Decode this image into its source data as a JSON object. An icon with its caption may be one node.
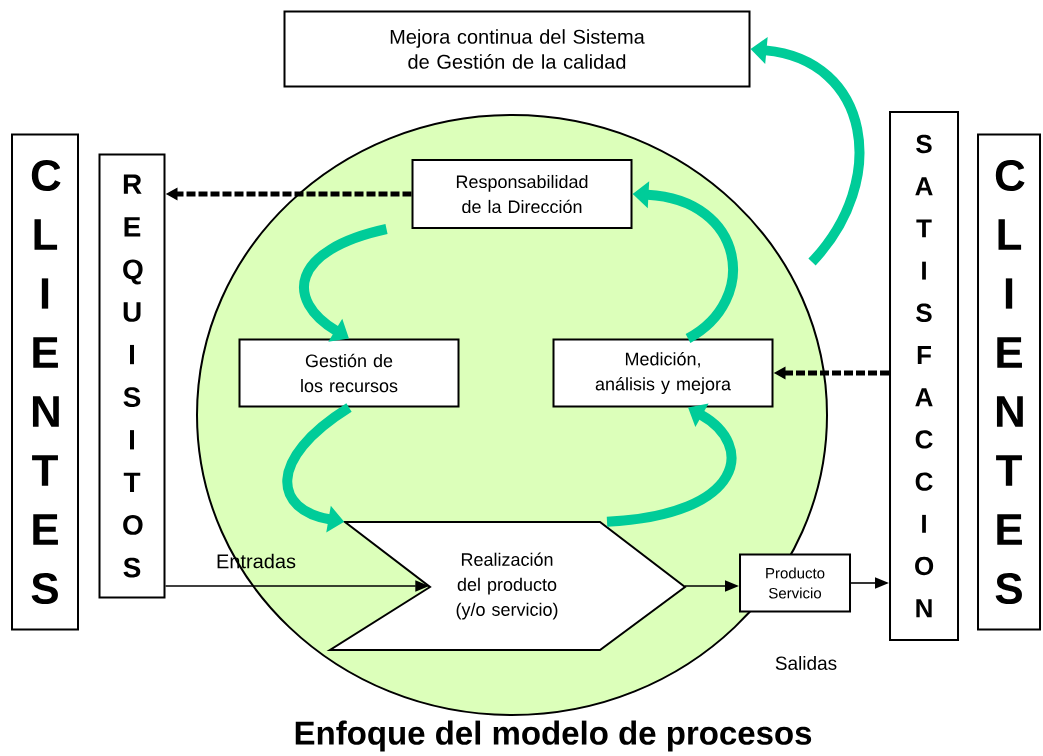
{
  "diagram": {
    "caption": "Enfoque del modelo de procesos",
    "nodes": [
      {
        "text": [
          "Mejora continua del Sistema de Gestión de la calidad"
        ]
      },
      {
        "text": [
          "C L I E N T E S"
        ]
      },
      {
        "text": [
          "R E Q U I S I T O S"
        ]
      },
      {
        "text": [],
        "shape": "circle"
      },
      {
        "text": [
          "Responsabilidad de la Dirección"
        ],
        "in": 3
      },
      {
        "text": [
          "Gestión de los recursos"
        ],
        "in": 3
      },
      {
        "text": [
          "Medición, análisis y mejora"
        ],
        "in": 3
      },
      {
        "text": [
          "Realización del producto (y/o servicio)"
        ],
        "in": 3
      },
      {
        "text": [
          "Producto Servicio"
        ]
      },
      {
        "text": [
          "S A T I S F A C C I O N"
        ]
      },
      {
        "text": [
          "C L I E N T E S"
        ]
      }
    ],
    "edges": [
      {
        "from": 4,
        "to": 2,
        "arrow": "to",
        "style": "dashed"
      },
      {
        "from": 9,
        "to": 6,
        "arrow": "to",
        "style": "dashed"
      },
      {
        "from": 2,
        "to": 7,
        "arrow": "to",
        "label": "Entradas"
      },
      {
        "from": 7,
        "to": 8,
        "arrow": "to"
      },
      {
        "from": 8,
        "to": 9,
        "arrow": "to"
      },
      {
        "from": 4,
        "to": 5,
        "arrow": "to",
        "style": "thick",
        "color": "#00cc99"
      },
      {
        "from": 5,
        "to": 7,
        "arrow": "to",
        "style": "thick",
        "color": "#00cc99"
      },
      {
        "from": 7,
        "to": 6,
        "arrow": "to",
        "style": "thick",
        "color": "#00cc99"
      },
      {
        "from": 6,
        "to": 4,
        "arrow": "to",
        "style": "thick",
        "color": "#00cc99"
      },
      {
        "from": null,
        "to": 0,
        "arrow": "to",
        "style": "thick",
        "color": "#00cc99"
      }
    ],
    "labels": [
      "Salidas"
    ]
  }
}
